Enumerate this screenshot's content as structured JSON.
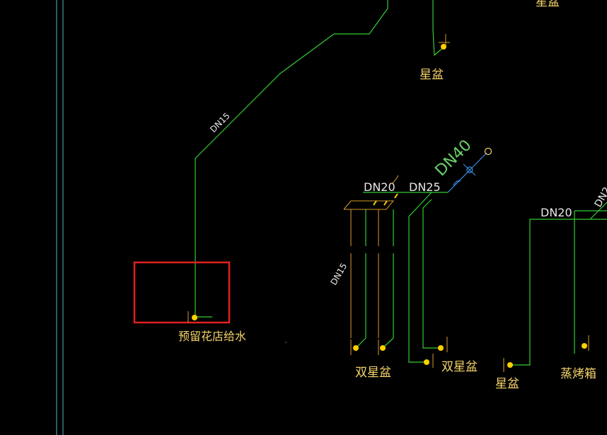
{
  "colors": {
    "background": "#000000",
    "pipe_green": "#33cc33",
    "pipe_orange": "#d99a2a",
    "label_yellow": "#f5d36a",
    "node_yellow": "#ffd000",
    "highlight_red": "#e02020",
    "border_cyan": "#5fb8c8",
    "valve_blue": "#3a8de0"
  },
  "labels": {
    "fixture_top_right": "星盆",
    "fixture_top_center": "星盆",
    "reserved_flower_shop_water": "预留花店给水",
    "double_basin_left": "双星盆",
    "double_basin_right": "双星盆",
    "basin_bottom": "星盆",
    "steam_oven": "蒸烤箱"
  },
  "pipe_sizes": {
    "dn15_main_diagonal": "DN15",
    "dn20_left": "DN20",
    "dn25": "DN25",
    "dn40": "DN40",
    "dn15_vertical": "DN15",
    "dn20_right": "DN20",
    "dn2_partial_right": "DN2"
  },
  "icons": {
    "fixture_node": "pipe-endpoint-node",
    "valve": "valve-symbol",
    "riser": "riser-circle"
  }
}
